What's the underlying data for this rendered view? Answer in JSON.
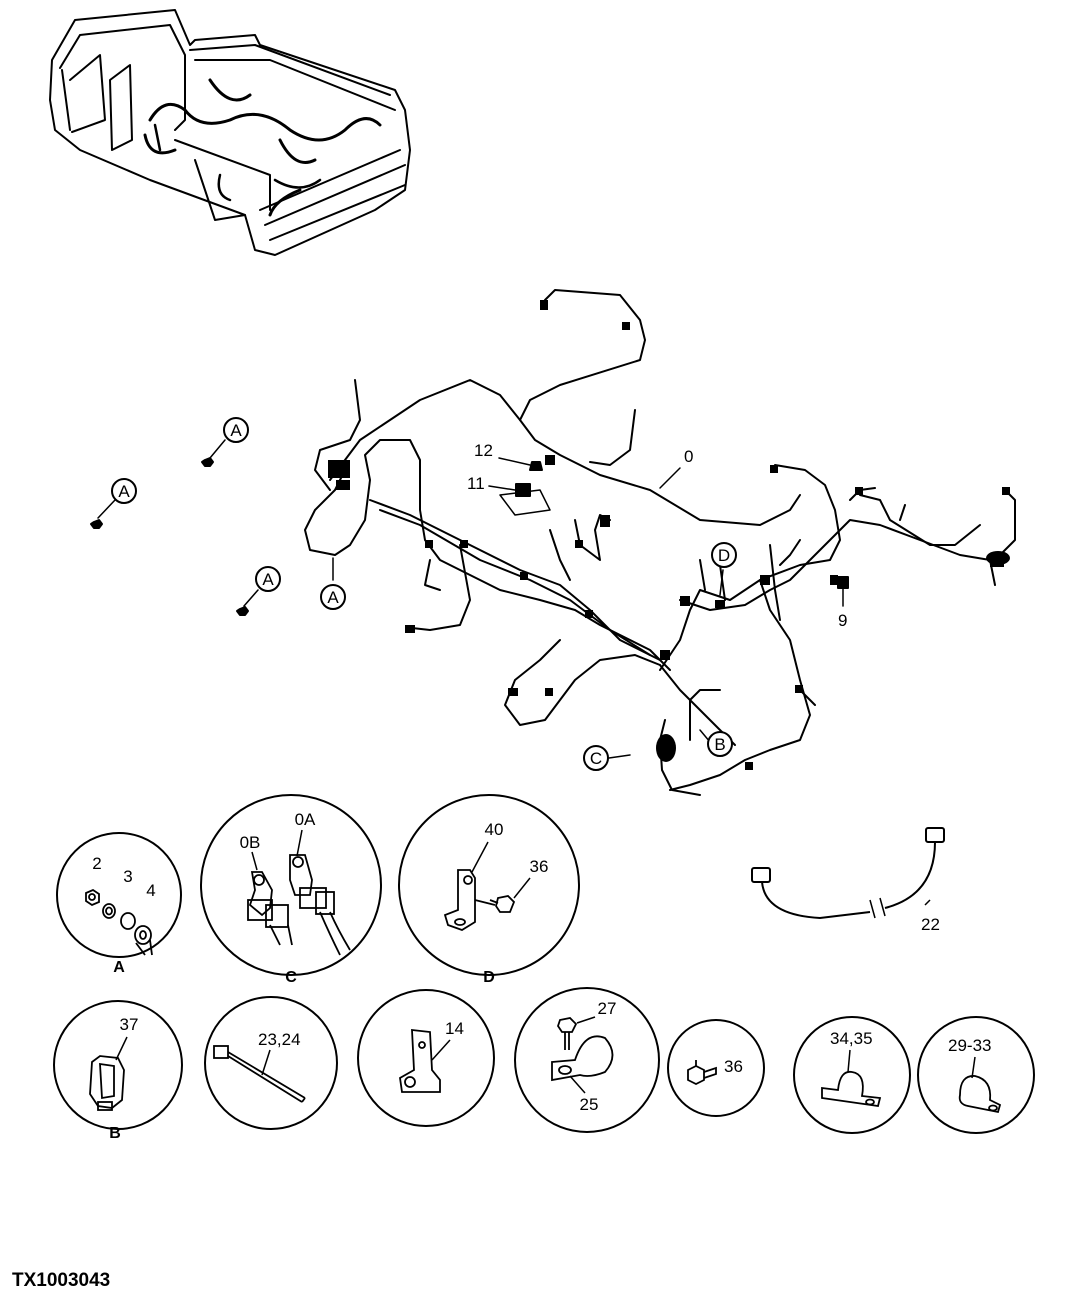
{
  "document_id": "TX1003043",
  "main_labels": {
    "part_0": "0",
    "part_9": "9",
    "part_11": "11",
    "part_12": "12",
    "part_22": "22",
    "ref_a": "A",
    "ref_b": "B",
    "ref_c": "C",
    "ref_d": "D"
  },
  "details": {
    "a": {
      "caption": "A",
      "parts": [
        "2",
        "3",
        "4"
      ]
    },
    "c": {
      "caption": "C",
      "parts": [
        "0B",
        "0A"
      ]
    },
    "d": {
      "caption": "D",
      "parts": [
        "40",
        "36"
      ]
    },
    "b": {
      "caption": "B",
      "parts": [
        "37"
      ]
    },
    "ties": {
      "parts": [
        "23,24"
      ]
    },
    "bracket": {
      "parts": [
        "14"
      ]
    },
    "clamp": {
      "parts": [
        "27",
        "25"
      ]
    },
    "bolt": {
      "parts": [
        "36"
      ]
    },
    "saddle_clamp": {
      "parts": [
        "34,35"
      ]
    },
    "p_clamp": {
      "parts": [
        "29-33"
      ]
    }
  }
}
